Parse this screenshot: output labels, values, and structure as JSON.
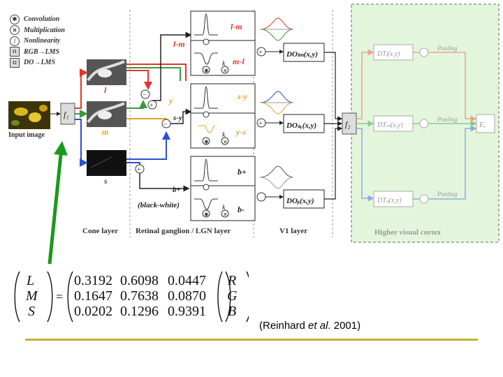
{
  "legend": {
    "items": [
      {
        "label": "Convolution",
        "icon": "convolution-icon"
      },
      {
        "label": "Multiplication",
        "icon": "multiplication-icon"
      },
      {
        "label": "Nonlinearity",
        "icon": "nonlinearity-icon"
      },
      {
        "label": "RGB→LMS",
        "icon": "f1-box-icon",
        "symbol": "f1"
      },
      {
        "label": "DO→LMS",
        "icon": "f2-box-icon",
        "symbol": "f2"
      }
    ]
  },
  "labels": {
    "input_image": "Input image",
    "cone_l": "l",
    "cone_m": "m",
    "cone_s": "s",
    "ganglion_y": "y",
    "ganglion_sy": "s-y",
    "ganglion_bw": "(black-white)",
    "lm_top": "l-m",
    "lm_left": "l-m",
    "ml": "m-l",
    "sy_right": "s-y",
    "ys": "y-s",
    "b_plus_top": "b+",
    "b_plus": "b+",
    "b_minus": "b-",
    "k1": "k",
    "k2": "k",
    "k3": "k",
    "f1": "f₁",
    "f2": "f₂",
    "do_lm": "DOₗₘ(x,y)",
    "do_sy": "DOₛᵧ(x,y)",
    "do_b": "DOᵦ(x,y)",
    "dt_l": "DTₗ(x,y)",
    "dt_m": "DTₘ(x,y)",
    "dt_s": "DTₛ(x,y)",
    "pooling": "Pooling",
    "e_out": "Eᵥ"
  },
  "sections": {
    "cone": "Cone layer",
    "retinal": "Retinal ganglion / LGN layer",
    "v1": "V1 layer",
    "higher": "Higher visual cortex"
  },
  "matrix": {
    "lhs": [
      "L",
      "M",
      "S"
    ],
    "rows": [
      [
        "0.3192",
        "0.6098",
        "0.0447"
      ],
      [
        "0.1647",
        "0.7638",
        "0.0870"
      ],
      [
        "0.0202",
        "0.1296",
        "0.9391"
      ]
    ],
    "rhs": [
      "R",
      "G",
      "B"
    ]
  },
  "citation": {
    "prefix": "(Reinhard ",
    "italic": "et al",
    "suffix": ". 2001)"
  },
  "colors": {
    "red": "#e8342a",
    "green": "#3c9a3c",
    "blue": "#2a4fd0",
    "yellow": "#e8a020",
    "higher_bg": "#e3f6dc",
    "arrow_green": "#1a9a1a",
    "rule": "#c9b037"
  }
}
